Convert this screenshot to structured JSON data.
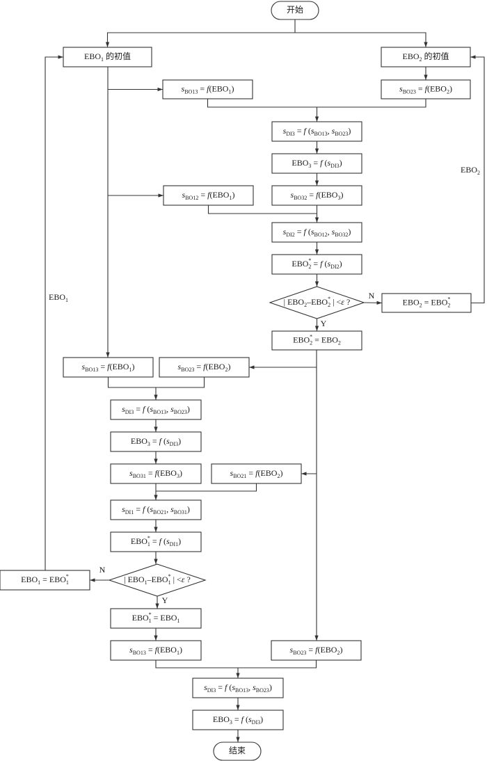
{
  "diagram": {
    "type": "flowchart",
    "colors": {
      "line": "#333333",
      "text": "#1a1a1a",
      "background": "#ffffff"
    },
    "nodes": [
      {
        "id": "start",
        "shape": "terminal",
        "text": [
          [
            "开始",
            ""
          ]
        ]
      },
      {
        "id": "ebo1_init",
        "shape": "process",
        "text": [
          [
            "EBO",
            ""
          ],
          [
            "1",
            "sub"
          ],
          [
            " 的初值",
            ""
          ]
        ]
      },
      {
        "id": "ebo2_init",
        "shape": "process",
        "text": [
          [
            "EBO",
            ""
          ],
          [
            "2",
            "sub"
          ],
          [
            " 的初值",
            ""
          ]
        ]
      },
      {
        "id": "sbo13_a",
        "shape": "process",
        "text": [
          [
            "s",
            "it"
          ],
          [
            "BO13",
            "sub"
          ],
          [
            " = ",
            ""
          ],
          [
            "f",
            "it"
          ],
          [
            "(EBO",
            ""
          ],
          [
            "1",
            "sub"
          ],
          [
            ")",
            ""
          ]
        ]
      },
      {
        "id": "sbo23_a",
        "shape": "process",
        "text": [
          [
            "s",
            "it"
          ],
          [
            "BO23",
            "sub"
          ],
          [
            " = ",
            ""
          ],
          [
            "f",
            "it"
          ],
          [
            "(EBO",
            ""
          ],
          [
            "2",
            "sub"
          ],
          [
            ")",
            ""
          ]
        ]
      },
      {
        "id": "sdi3_a",
        "shape": "process",
        "text": [
          [
            "s",
            "it"
          ],
          [
            "DI3",
            "sub"
          ],
          [
            " = ",
            ""
          ],
          [
            "f",
            "it"
          ],
          [
            " (",
            ""
          ],
          [
            "s",
            "it"
          ],
          [
            "BO13",
            "sub"
          ],
          [
            ", ",
            ""
          ],
          [
            "s",
            "it"
          ],
          [
            "BO23",
            "sub"
          ],
          [
            ")",
            ""
          ]
        ]
      },
      {
        "id": "ebo3_a",
        "shape": "process",
        "text": [
          [
            "EBO",
            ""
          ],
          [
            "3",
            "sub"
          ],
          [
            " = ",
            ""
          ],
          [
            "f",
            "it"
          ],
          [
            " (",
            ""
          ],
          [
            "s",
            "it"
          ],
          [
            "DI3",
            "sub"
          ],
          [
            ")",
            ""
          ]
        ]
      },
      {
        "id": "sbo12",
        "shape": "process",
        "text": [
          [
            "s",
            "it"
          ],
          [
            "BO12",
            "sub"
          ],
          [
            " = ",
            ""
          ],
          [
            "f",
            "it"
          ],
          [
            "(EBO",
            ""
          ],
          [
            "1",
            "sub"
          ],
          [
            ")",
            ""
          ]
        ]
      },
      {
        "id": "sbo32",
        "shape": "process",
        "text": [
          [
            "s",
            "it"
          ],
          [
            "BO32",
            "sub"
          ],
          [
            " = ",
            ""
          ],
          [
            "f",
            "it"
          ],
          [
            "(EBO",
            ""
          ],
          [
            "3",
            "sub"
          ],
          [
            ")",
            ""
          ]
        ]
      },
      {
        "id": "sdi2",
        "shape": "process",
        "text": [
          [
            "s",
            "it"
          ],
          [
            "DI2",
            "sub"
          ],
          [
            " = ",
            ""
          ],
          [
            "f",
            "it"
          ],
          [
            " (",
            ""
          ],
          [
            "s",
            "it"
          ],
          [
            "BO12",
            "sub"
          ],
          [
            ", ",
            ""
          ],
          [
            "s",
            "it"
          ],
          [
            "BO32",
            "sub"
          ],
          [
            ")",
            ""
          ]
        ]
      },
      {
        "id": "ebo2star_calc",
        "shape": "process",
        "text": [
          [
            "EBO",
            ""
          ],
          [
            "*",
            "sup"
          ],
          [
            "2",
            "sub"
          ],
          [
            " = ",
            ""
          ],
          [
            "f",
            "it"
          ],
          [
            " (",
            ""
          ],
          [
            "s",
            "it"
          ],
          [
            "DI2",
            "sub"
          ],
          [
            ")",
            ""
          ]
        ]
      },
      {
        "id": "check2",
        "shape": "decision",
        "text": [
          [
            "| EBO",
            ""
          ],
          [
            "2",
            "sub"
          ],
          [
            "–EBO",
            ""
          ],
          [
            "*",
            "sup"
          ],
          [
            "2",
            "sub"
          ],
          [
            " | <",
            ""
          ],
          [
            "ε",
            "it"
          ],
          [
            " ?",
            ""
          ]
        ]
      },
      {
        "id": "ebo2_update",
        "shape": "process",
        "text": [
          [
            "EBO",
            ""
          ],
          [
            "2",
            "sub"
          ],
          [
            " = EBO",
            ""
          ],
          [
            "*",
            "sup"
          ],
          [
            "2",
            "sub"
          ]
        ]
      },
      {
        "id": "ebo2star_assign",
        "shape": "process",
        "text": [
          [
            "EBO",
            ""
          ],
          [
            "*",
            "sup"
          ],
          [
            "2",
            "sub"
          ],
          [
            " = EBO",
            ""
          ],
          [
            "2",
            "sub"
          ]
        ]
      },
      {
        "id": "sbo13_b",
        "shape": "process",
        "text": [
          [
            "s",
            "it"
          ],
          [
            "BO13",
            "sub"
          ],
          [
            " = ",
            ""
          ],
          [
            "f",
            "it"
          ],
          [
            "(EBO",
            ""
          ],
          [
            "1",
            "sub"
          ],
          [
            ")",
            ""
          ]
        ]
      },
      {
        "id": "sbo23_b",
        "shape": "process",
        "text": [
          [
            "s",
            "it"
          ],
          [
            "BO23",
            "sub"
          ],
          [
            " = ",
            ""
          ],
          [
            "f",
            "it"
          ],
          [
            "(EBO",
            ""
          ],
          [
            "2",
            "sub"
          ],
          [
            ")",
            ""
          ]
        ]
      },
      {
        "id": "sdi3_b",
        "shape": "process",
        "text": [
          [
            "s",
            "it"
          ],
          [
            "DI3",
            "sub"
          ],
          [
            " = ",
            ""
          ],
          [
            "f",
            "it"
          ],
          [
            " (",
            ""
          ],
          [
            "s",
            "it"
          ],
          [
            "BO13",
            "sub"
          ],
          [
            ", ",
            ""
          ],
          [
            "s",
            "it"
          ],
          [
            "BO23",
            "sub"
          ],
          [
            ")",
            ""
          ]
        ]
      },
      {
        "id": "ebo3_b",
        "shape": "process",
        "text": [
          [
            "EBO",
            ""
          ],
          [
            "3",
            "sub"
          ],
          [
            " = ",
            ""
          ],
          [
            "f",
            "it"
          ],
          [
            " (",
            ""
          ],
          [
            "s",
            "it"
          ],
          [
            "DI3",
            "sub"
          ],
          [
            ")",
            ""
          ]
        ]
      },
      {
        "id": "sbo31",
        "shape": "process",
        "text": [
          [
            "s",
            "it"
          ],
          [
            "BO31",
            "sub"
          ],
          [
            " = ",
            ""
          ],
          [
            "f",
            "it"
          ],
          [
            "(EBO",
            ""
          ],
          [
            "3",
            "sub"
          ],
          [
            ")",
            ""
          ]
        ]
      },
      {
        "id": "sbo21",
        "shape": "process",
        "text": [
          [
            "s",
            "it"
          ],
          [
            "BO21",
            "sub"
          ],
          [
            " = ",
            ""
          ],
          [
            "f",
            "it"
          ],
          [
            "(EBO",
            ""
          ],
          [
            "2",
            "sub"
          ],
          [
            ")",
            ""
          ]
        ]
      },
      {
        "id": "sdi1",
        "shape": "process",
        "text": [
          [
            "s",
            "it"
          ],
          [
            "DI1",
            "sub"
          ],
          [
            " = ",
            ""
          ],
          [
            "f",
            "it"
          ],
          [
            " (",
            ""
          ],
          [
            "s",
            "it"
          ],
          [
            "BO21",
            "sub"
          ],
          [
            ", ",
            ""
          ],
          [
            "s",
            "it"
          ],
          [
            "BO31",
            "sub"
          ],
          [
            ")",
            ""
          ]
        ]
      },
      {
        "id": "ebo1star_calc",
        "shape": "process",
        "text": [
          [
            "EBO",
            ""
          ],
          [
            "*",
            "sup"
          ],
          [
            "1",
            "sub"
          ],
          [
            " = ",
            ""
          ],
          [
            "f",
            "it"
          ],
          [
            " (",
            ""
          ],
          [
            "s",
            "it"
          ],
          [
            "DI1",
            "sub"
          ],
          [
            ")",
            ""
          ]
        ]
      },
      {
        "id": "check1",
        "shape": "decision",
        "text": [
          [
            "| EBO",
            ""
          ],
          [
            "1",
            "sub"
          ],
          [
            "–EBO",
            ""
          ],
          [
            "*",
            "sup"
          ],
          [
            "1",
            "sub"
          ],
          [
            " | <",
            ""
          ],
          [
            "ε",
            "it"
          ],
          [
            " ?",
            ""
          ]
        ]
      },
      {
        "id": "ebo1_update",
        "shape": "process",
        "text": [
          [
            "EBO",
            ""
          ],
          [
            "1",
            "sub"
          ],
          [
            " = EBO",
            ""
          ],
          [
            "*",
            "sup"
          ],
          [
            "1",
            "sub"
          ]
        ]
      },
      {
        "id": "ebo1star_assign",
        "shape": "process",
        "text": [
          [
            "EBO",
            ""
          ],
          [
            "*",
            "sup"
          ],
          [
            "1",
            "sub"
          ],
          [
            " = EBO",
            ""
          ],
          [
            "1",
            "sub"
          ]
        ]
      },
      {
        "id": "sbo13_c",
        "shape": "process",
        "text": [
          [
            "s",
            "it"
          ],
          [
            "BO13",
            "sub"
          ],
          [
            " = ",
            ""
          ],
          [
            "f",
            "it"
          ],
          [
            "(EBO",
            ""
          ],
          [
            "1",
            "sub"
          ],
          [
            ")",
            ""
          ]
        ]
      },
      {
        "id": "sbo23_c",
        "shape": "process",
        "text": [
          [
            "s",
            "it"
          ],
          [
            "BO23",
            "sub"
          ],
          [
            " = ",
            ""
          ],
          [
            "f",
            "it"
          ],
          [
            "(EBO",
            ""
          ],
          [
            "2",
            "sub"
          ],
          [
            ")",
            ""
          ]
        ]
      },
      {
        "id": "sdi3_c",
        "shape": "process",
        "text": [
          [
            "s",
            "it"
          ],
          [
            "DI3",
            "sub"
          ],
          [
            " = ",
            ""
          ],
          [
            "f",
            "it"
          ],
          [
            " (",
            ""
          ],
          [
            "s",
            "it"
          ],
          [
            "BO13",
            "sub"
          ],
          [
            ", ",
            ""
          ],
          [
            "s",
            "it"
          ],
          [
            "BO23",
            "sub"
          ],
          [
            ")",
            ""
          ]
        ]
      },
      {
        "id": "ebo3_c",
        "shape": "process",
        "text": [
          [
            "EBO",
            ""
          ],
          [
            "3",
            "sub"
          ],
          [
            " = ",
            ""
          ],
          [
            "f",
            "it"
          ],
          [
            " (",
            ""
          ],
          [
            "s",
            "it"
          ],
          [
            "DI3",
            "sub"
          ],
          [
            ")",
            ""
          ]
        ]
      },
      {
        "id": "end",
        "shape": "terminal",
        "text": [
          [
            "结束",
            ""
          ]
        ]
      }
    ],
    "edge_labels": {
      "check2_no": "N",
      "check2_yes": "Y",
      "check1_no": "N",
      "check1_yes": "Y",
      "loop_ebo1": [
        [
          "EBO",
          ""
        ],
        [
          "1",
          "sub"
        ]
      ],
      "loop_ebo2": [
        [
          "EBO",
          ""
        ],
        [
          "2",
          "sub"
        ]
      ]
    }
  }
}
